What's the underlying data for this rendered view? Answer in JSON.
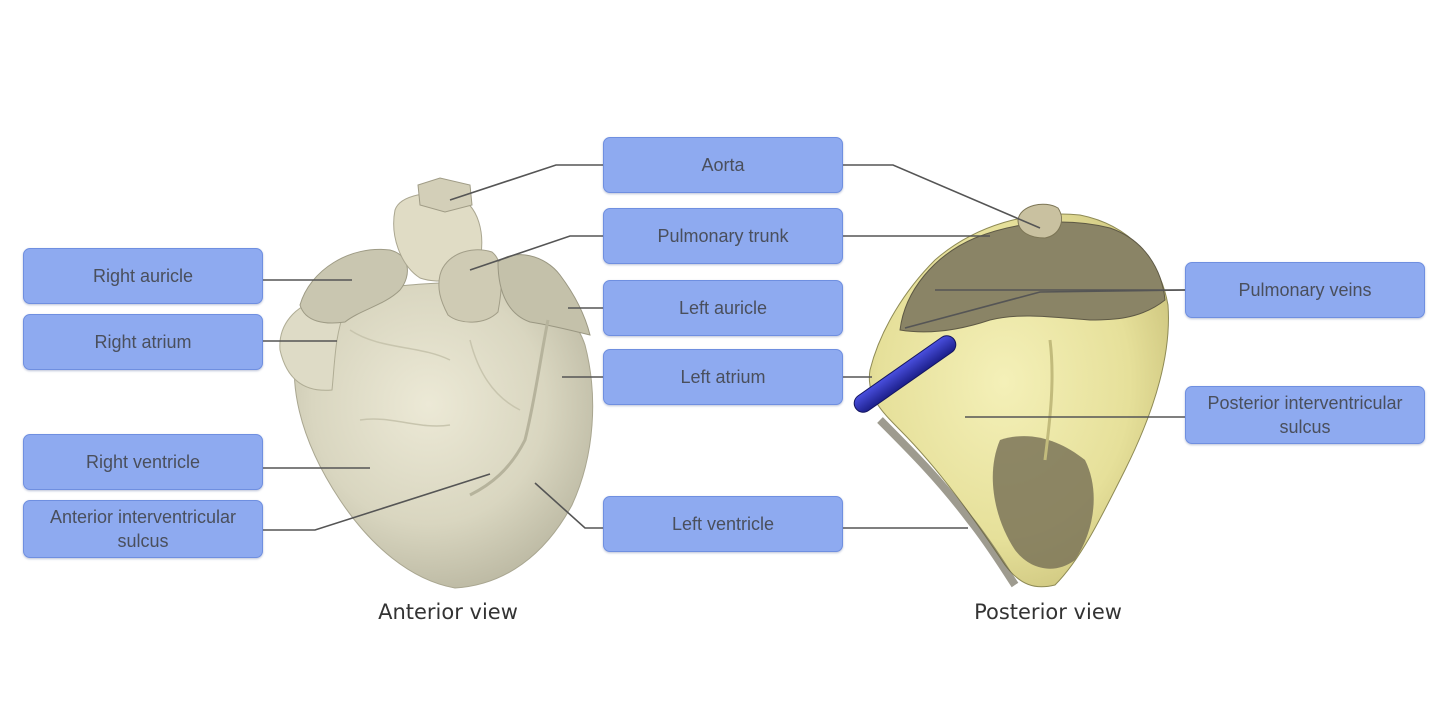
{
  "labels": {
    "aorta": "Aorta",
    "pulmonary_trunk": "Pulmonary trunk",
    "left_auricle": "Left auricle",
    "left_atrium": "Left atrium",
    "left_ventricle": "Left ventricle",
    "right_auricle": "Right auricle",
    "right_atrium": "Right atrium",
    "right_ventricle": "Right ventricle",
    "anterior_interventricular_sulcus": "Anterior interventricular sulcus",
    "pulmonary_veins": "Pulmonary veins",
    "posterior_interventricular_sulcus": "Posterior interventricular sulcus"
  },
  "captions": {
    "anterior": "Anterior view",
    "posterior": "Posterior view"
  },
  "colors": {
    "label_fill": "#8eaaf0",
    "label_border": "#6f8fe0",
    "leader_line": "#555555",
    "probe": "#2a2fb0"
  }
}
